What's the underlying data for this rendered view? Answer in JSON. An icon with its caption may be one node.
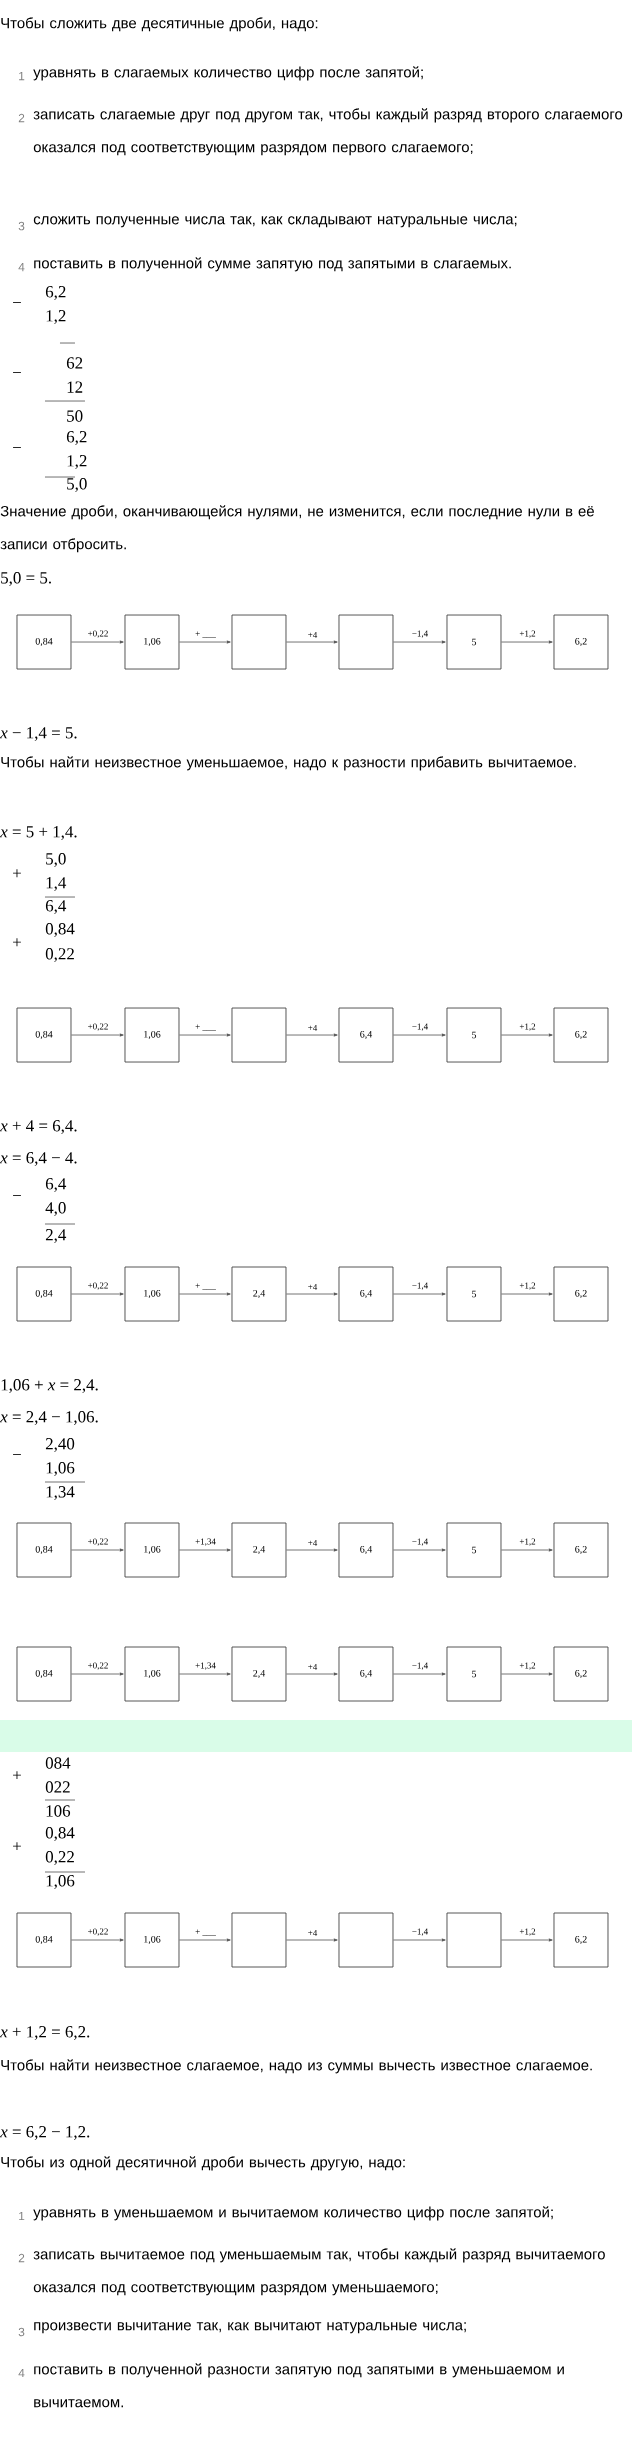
{
  "diagram": {
    "nodes": [
      {
        "text": [
          "0,84"
        ]
      },
      {
        "text": [
          "1,06"
        ]
      },
      {
        "text": [],
        "shape": "box"
      },
      {
        "text": [],
        "shape": "box"
      },
      {
        "text": [
          "5"
        ]
      },
      {
        "text": [
          "6,2"
        ]
      },
      {
        "text": [
          "0,84"
        ]
      },
      {
        "text": [
          "1,06"
        ]
      },
      {
        "text": [],
        "shape": "box"
      },
      {
        "text": [
          "6,4"
        ]
      },
      {
        "text": [
          "5"
        ]
      },
      {
        "text": [
          "6,2"
        ]
      },
      {
        "text": [
          "0,84"
        ]
      },
      {
        "text": [
          "1,06"
        ]
      },
      {
        "text": [
          "2,4"
        ]
      },
      {
        "text": [
          "6,4"
        ]
      },
      {
        "text": [
          "5"
        ]
      },
      {
        "text": [
          "6,2"
        ]
      },
      {
        "text": [
          "0,84"
        ]
      },
      {
        "text": [
          "1,06"
        ]
      },
      {
        "text": [
          "2,4"
        ]
      },
      {
        "text": [
          "6,4"
        ]
      },
      {
        "text": [
          "5"
        ]
      },
      {
        "text": [
          "6,2"
        ]
      },
      {
        "text": [
          "0,84"
        ]
      },
      {
        "text": [
          "1,06"
        ]
      },
      {
        "text": [
          "2,4"
        ]
      },
      {
        "text": [
          "6,4"
        ]
      },
      {
        "text": [
          "5"
        ]
      },
      {
        "text": [
          "6,2"
        ]
      },
      {
        "text": [
          "0,84"
        ]
      },
      {
        "text": [
          "1,06"
        ]
      },
      {
        "text": [],
        "shape": "box"
      },
      {
        "text": [],
        "shape": "box"
      },
      {
        "text": [],
        "shape": "box"
      },
      {
        "text": [
          "6,2"
        ]
      }
    ],
    "edges": [
      {
        "from": 0,
        "to": 1,
        "arrow": "to",
        "label": "+0,22"
      },
      {
        "from": 1,
        "to": 2,
        "arrow": "to",
        "label": "+ ___"
      },
      {
        "from": 2,
        "to": 3,
        "arrow": "to",
        "label": "+4"
      },
      {
        "from": 3,
        "to": 4,
        "arrow": "to",
        "label": "−1,4"
      },
      {
        "from": 4,
        "to": 5,
        "arrow": "to",
        "label": "+1,2"
      },
      {
        "from": 6,
        "to": 7,
        "arrow": "to",
        "label": "+0,22"
      },
      {
        "from": 7,
        "to": 8,
        "arrow": "to",
        "label": "+ ___"
      },
      {
        "from": 8,
        "to": 9,
        "arrow": "to",
        "label": "+4"
      },
      {
        "from": 9,
        "to": 10,
        "arrow": "to",
        "label": "−1,4"
      },
      {
        "from": 10,
        "to": 11,
        "arrow": "to",
        "label": "+1,2"
      },
      {
        "from": 12,
        "to": 13,
        "arrow": "to",
        "label": "+0,22"
      },
      {
        "from": 13,
        "to": 14,
        "arrow": "to",
        "label": "+ ___"
      },
      {
        "from": 14,
        "to": 15,
        "arrow": "to",
        "label": "+4"
      },
      {
        "from": 15,
        "to": 16,
        "arrow": "to",
        "label": "−1,4"
      },
      {
        "from": 16,
        "to": 17,
        "arrow": "to",
        "label": "+1,2"
      },
      {
        "from": 18,
        "to": 19,
        "arrow": "to",
        "label": "+0,22"
      },
      {
        "from": 19,
        "to": 20,
        "arrow": "to",
        "label": "+1,34"
      },
      {
        "from": 20,
        "to": 21,
        "arrow": "to",
        "label": "+4"
      },
      {
        "from": 21,
        "to": 22,
        "arrow": "to",
        "label": "−1,4"
      },
      {
        "from": 22,
        "to": 23,
        "arrow": "to",
        "label": "+1,2"
      },
      {
        "from": 24,
        "to": 25,
        "arrow": "to",
        "label": "+0,22"
      },
      {
        "from": 25,
        "to": 26,
        "arrow": "to",
        "label": "+1,34"
      },
      {
        "from": 26,
        "to": 27,
        "arrow": "to",
        "label": "+4"
      },
      {
        "from": 27,
        "to": 28,
        "arrow": "to",
        "label": "−1,4"
      },
      {
        "from": 28,
        "to": 29,
        "arrow": "to",
        "label": "+1,2"
      },
      {
        "from": 30,
        "to": 31,
        "arrow": "to",
        "label": "+0,22"
      },
      {
        "from": 31,
        "to": 32,
        "arrow": "to",
        "label": "+ ___"
      },
      {
        "from": 32,
        "to": 33,
        "arrow": "to",
        "label": "+4"
      },
      {
        "from": 33,
        "to": 34,
        "arrow": "to",
        "label": "−1,4"
      },
      {
        "from": 34,
        "to": 35,
        "arrow": "to",
        "label": "+1,2"
      }
    ],
    "labels": [
      "Чтобы сложить две десятичные дроби, надо:",
      "1",
      "уравнять в слагаемых количество цифр после запятой;",
      "2",
      "записать слагаемые друг под другом так, чтобы каждый разряд второго слагаемого оказался под соответствующим разрядом первого слагаемого;",
      "3",
      "сложить полученные числа так, как складывают натуральные числа;",
      "4",
      "поставить в полученной сумме запятую под запятыми в слагаемых.",
      "6,2",
      "−",
      "1,2",
      "62",
      "−",
      "12",
      "50",
      "6,2",
      "−",
      "1,2",
      "5,0",
      "Значение дроби, оканчивающейся нулями, не изменится, если последние нули в её записи отбросить.",
      "5,0 = 5.",
      "*x* − 1,4 = 5.",
      "Чтобы найти неизвестное уменьшаемое, надо к разности прибавить вычитаемое.",
      "*x* = 5 + 1,4.",
      "5,0",
      "+",
      "1,4",
      "6,4",
      "0,84",
      "+",
      "0,22",
      "*x* + 4 = 6,4.",
      "*x* = 6,4 − 4.",
      "6,4",
      "−",
      "4,0",
      "2,4",
      "1,06 + *x* = 2,4.",
      "*x* = 2,4 − 1,06.",
      "2,40",
      "−",
      "1,06",
      "1,34",
      "084",
      "+",
      "022",
      "106",
      "0,84",
      "+",
      "0,22",
      "1,06",
      "*x* + 1,2 = 6,2.",
      "Чтобы найти неизвестное слагаемое, надо из суммы вычесть известное слагаемое.",
      "*x* = 6,2 − 1,2.",
      "Чтобы из одной десятичной дроби вычесть другую, надо:",
      "1",
      "уравнять в уменьшаемом и вычитаемом количество цифр после запятой;",
      "2",
      "записать вычитаемое под уменьшаемым так, чтобы каждый разряд вычитаемого оказался под соответствующим разрядом уменьшаемого;",
      "3",
      "произвести вычитание так, как вычитают натуральные числа;",
      "4",
      "поставить в полученной разности запятую под запятыми в уменьшаемом и вычитаемом."
    ]
  }
}
